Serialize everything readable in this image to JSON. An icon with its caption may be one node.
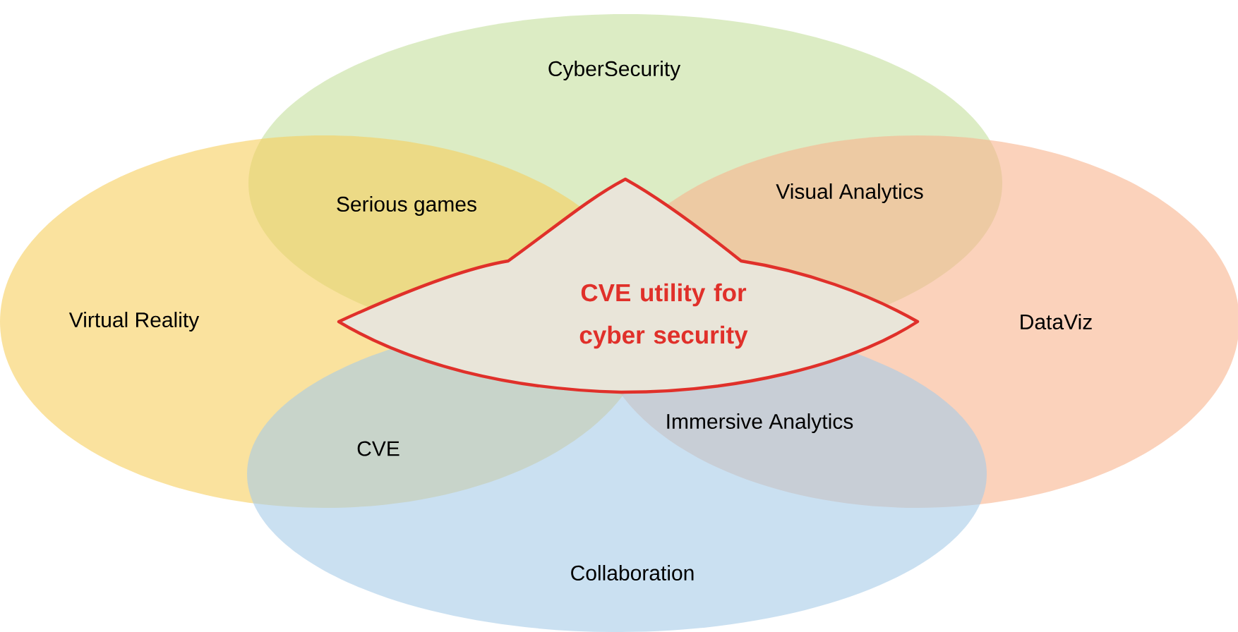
{
  "diagram": {
    "nodes": [
      {
        "text": [
          "CyberSecurity"
        ]
      },
      {
        "text": [
          "Virtual Reality"
        ]
      },
      {
        "text": [
          "CVE utility for cyber security"
        ]
      },
      {
        "text": [
          "DataViz"
        ]
      },
      {
        "text": [
          "Collaboration"
        ]
      }
    ],
    "labels": [
      "Serious games",
      "Visual Analytics",
      "CVE",
      "Immersive Analytics"
    ]
  }
}
